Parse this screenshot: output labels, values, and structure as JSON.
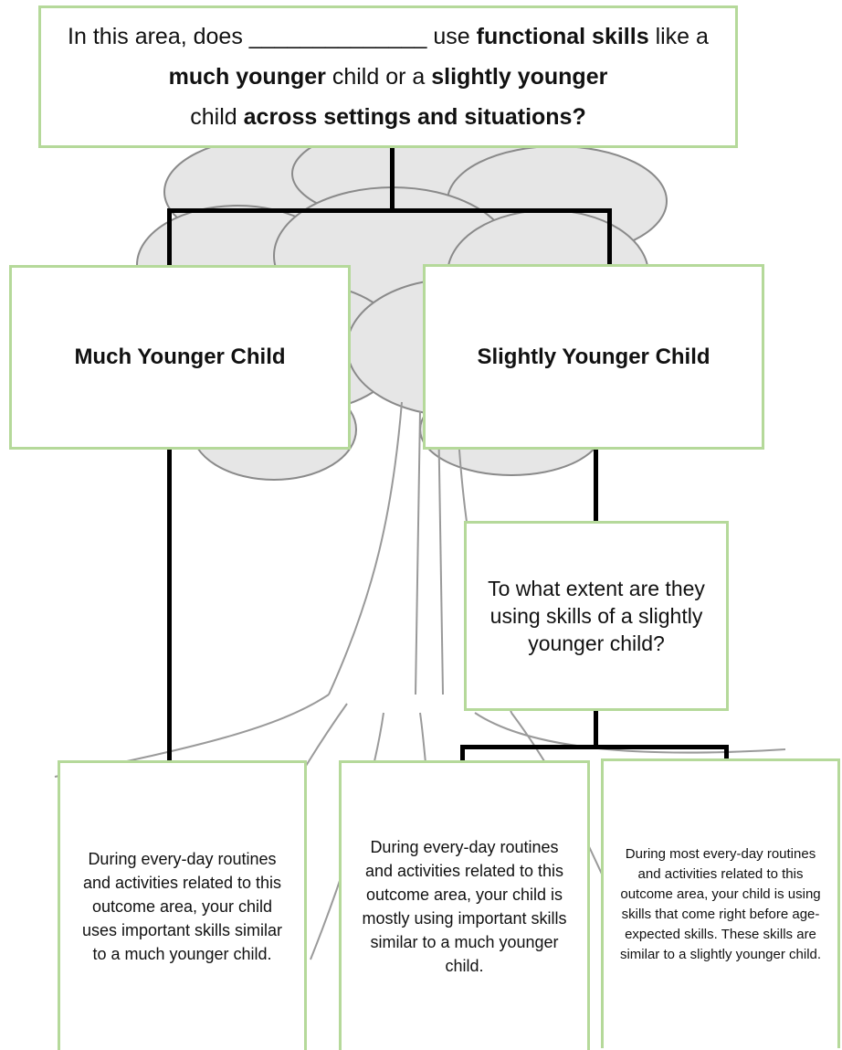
{
  "question": {
    "part1": "In this area, does",
    "blank": "______________",
    "part2": "use",
    "functional_skills": "functional skills",
    "part3": "like a",
    "much_younger": "much younger",
    "part4": "child or a",
    "slightly_younger": "slightly younger",
    "part5": "child",
    "across": "across settings and situations?"
  },
  "branches": {
    "much_younger": "Much Younger Child",
    "slightly_younger": "Slightly Younger Child"
  },
  "extent_question": "To what extent are they using skills of a slightly younger child?",
  "outcomes": [
    "During every-day routines and activities related to this outcome area, your child uses important skills similar to a much younger child.",
    "During every-day routines and activities related to this outcome area, your child is mostly using important skills similar to a much younger child.",
    "During most every-day routines and activities related to this outcome area, your child is using skills that come right before age-expected skills. These skills are similar to a slightly younger child."
  ]
}
